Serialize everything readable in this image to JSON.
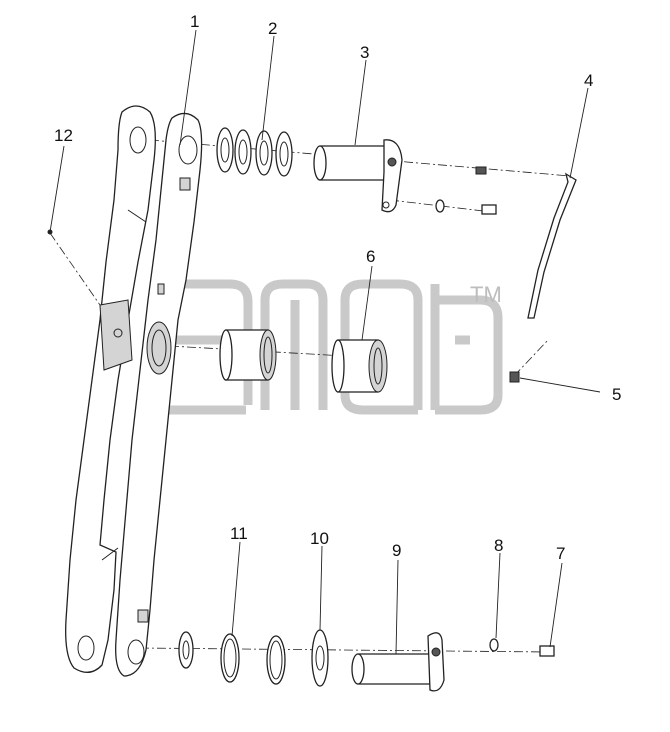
{
  "diagram": {
    "callouts": [
      "1",
      "2",
      "3",
      "4",
      "5",
      "6",
      "7",
      "8",
      "9",
      "10",
      "11",
      "12"
    ],
    "watermark": {
      "mark": "TM"
    }
  }
}
